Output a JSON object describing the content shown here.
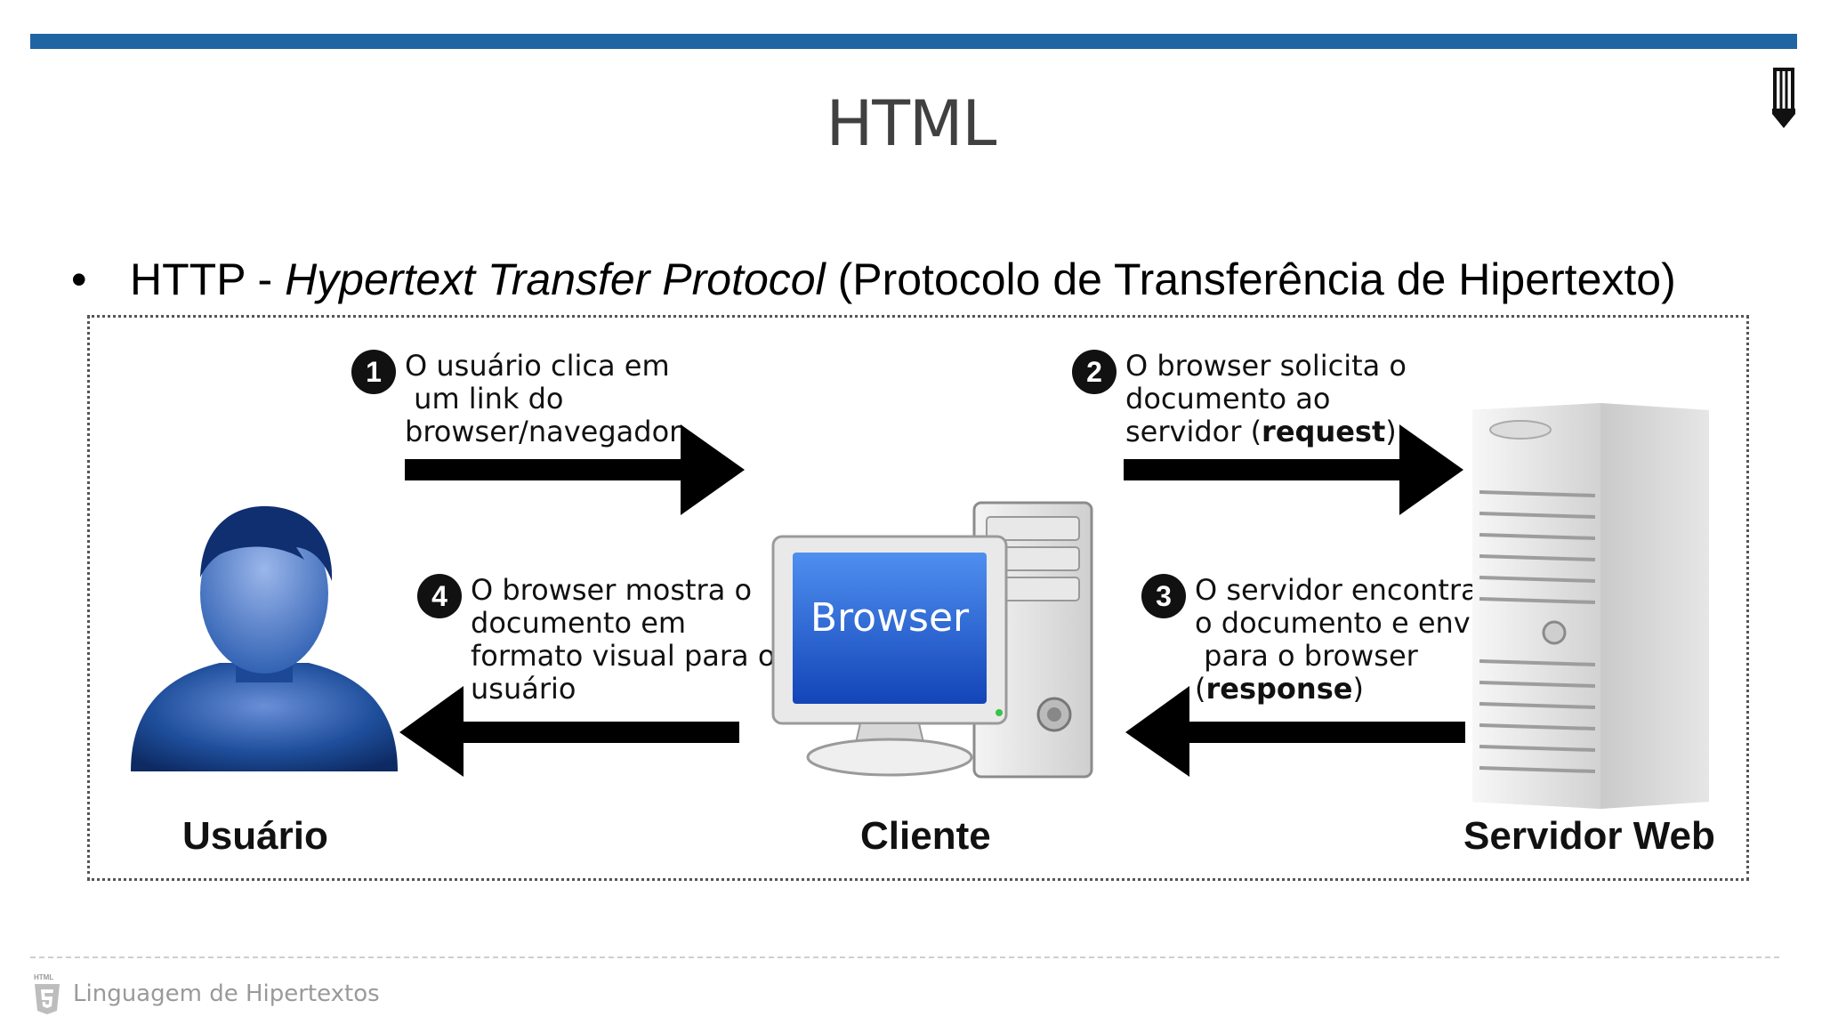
{
  "slide": {
    "title": "HTML",
    "bullet": {
      "marker": "•",
      "prefix": "HTTP - ",
      "italic": "Hypertext Transfer Protocol",
      "suffix": " (Protocolo de Transferência de Hipertexto)"
    }
  },
  "diagram": {
    "steps": [
      {
        "num": "1",
        "lines": [
          "O usuário clica em",
          " um link do",
          "browser/navegador"
        ]
      },
      {
        "num": "2",
        "lines": [
          "O browser solicita o",
          "documento ao"
        ],
        "last_prefix": "servidor (",
        "last_bold": "request",
        "last_suffix": ")"
      },
      {
        "num": "3",
        "lines": [
          "O servidor encontra",
          "o documento e envia",
          " para o browser"
        ],
        "last_prefix": "(",
        "last_bold": "response",
        "last_suffix": ")"
      },
      {
        "num": "4",
        "lines": [
          "O browser mostra o",
          "documento em",
          "formato visual para o",
          "usuário"
        ]
      }
    ],
    "labels": {
      "user": "Usuário",
      "client": "Cliente",
      "server": "Servidor Web"
    },
    "monitor_text": "Browser"
  },
  "footer": {
    "badge": "HTML",
    "text": "Linguagem de Hipertextos"
  },
  "colors": {
    "accent": "#1f64a3",
    "user_figure": "#1f4f9c",
    "screen": "#1a56c4"
  },
  "icons": [
    "pen-icon",
    "user-avatar-icon",
    "computer-icon",
    "server-icon",
    "html5-icon",
    "arrow-right-icon",
    "arrow-left-icon"
  ]
}
